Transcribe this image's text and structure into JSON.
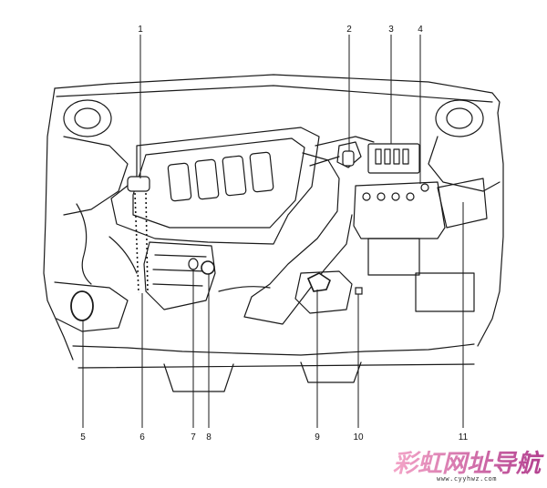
{
  "callouts": [
    "1",
    "2",
    "3",
    "4",
    "5",
    "6",
    "7",
    "8",
    "9",
    "10",
    "11"
  ],
  "watermark": {
    "text": "彩虹网址导航",
    "url_text": "www.cyyhwz.com",
    "color_start": "#f4a6c8",
    "color_end": "#b23f8f"
  },
  "colors": {
    "line": "#1a1a1a",
    "background": "#ffffff"
  }
}
